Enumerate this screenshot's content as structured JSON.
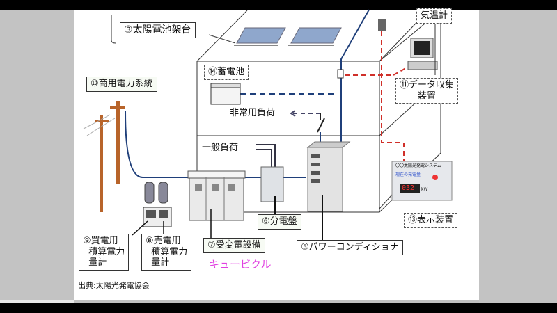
{
  "labels": {
    "solar_frame": "③太陽電池架台",
    "weather": "気温計",
    "battery": "⑭蓄電池",
    "grid": "⑩商用電力系統",
    "emergency_load": "非常用負荷",
    "data_collector_1": "⑪データ収集",
    "data_collector_2": "装置",
    "general_load": "一般負荷",
    "distribution_board": "⑥分電盤",
    "display_device": "⑬表示装置",
    "buy_meter": [
      "⑨買電用",
      "積算電力",
      "量計"
    ],
    "sell_meter": [
      "⑧売電用",
      "積算電力",
      "量計"
    ],
    "substation": "⑦受変電設備",
    "cubicle": "キュービクル",
    "power_conditioner": "⑤パワーコンディショナ",
    "source": "出典:太陽光発電協会",
    "display_title": "〇〇太陽光発電システム",
    "display_sub": "現在の発電量",
    "display_value": "032",
    "display_unit": "kW"
  },
  "colors": {
    "power_line": "#1f3f7a",
    "data_line": "#d0302a",
    "cubicle_text": "#e040e0",
    "pole": "#b8642a"
  }
}
